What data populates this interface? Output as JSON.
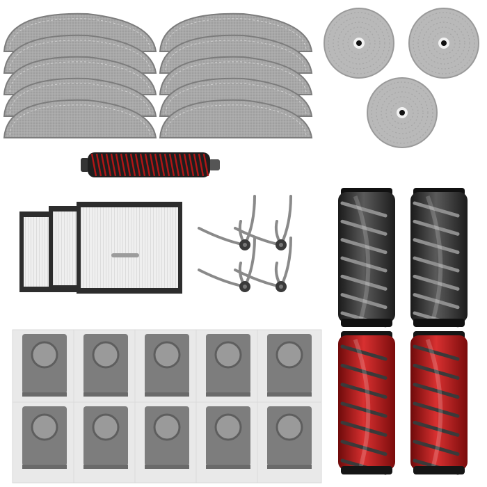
{
  "colors": {
    "background": "#ffffff",
    "mop_pad": "#a4a4a4",
    "mop_pad_edge": "#7c7c7c",
    "round_pad": "#b9b9b9",
    "filter_frame": "#2d2d2d",
    "filter_media": "#eeeeee",
    "side_brush_arm": "#8a8a8a",
    "dust_bag": "#7d7d7d",
    "dust_bag_backing": "#e9e9e9",
    "brush_black": "#2a2a2a",
    "brush_red": "#b01616",
    "bristle_gray": "#8e8e8e"
  },
  "items": {
    "mop_pads_half_moon": {
      "count": 10
    },
    "round_mop_pads": {
      "count": 3
    },
    "mini_roller_brush": {
      "count": 1
    },
    "hepa_filters": {
      "count": 3
    },
    "side_brushes": {
      "count": 4
    },
    "dust_bags": {
      "count": 10
    },
    "black_main_brushes": {
      "count": 2
    },
    "red_main_brushes": {
      "count": 2
    }
  }
}
